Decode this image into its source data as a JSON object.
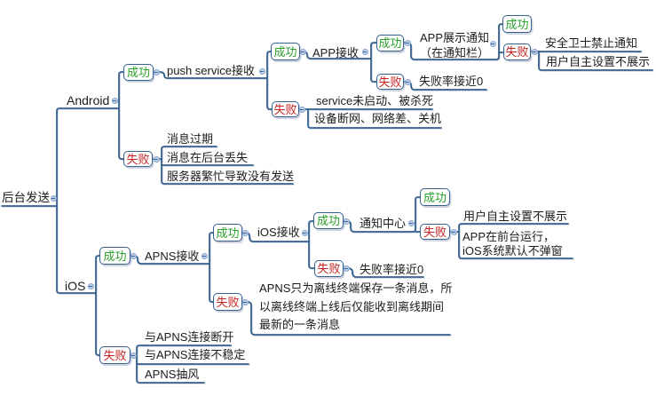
{
  "colors": {
    "line": "#35608f",
    "success_text": "#2aa12a",
    "failure_text": "#c42222",
    "topic_text": "#1c1c1c",
    "collapse_fill": "#c2d3ea",
    "collapse_border": "#84a3cc",
    "collapse_dash": "#3c64a0",
    "background": "#ffffff"
  },
  "diagram": {
    "nodes": [
      {
        "id": "root",
        "label": "后台发送",
        "type": "topic"
      },
      {
        "id": "android",
        "label": "Android",
        "type": "topic"
      },
      {
        "id": "ios",
        "label": "iOS",
        "type": "topic"
      },
      {
        "id": "chengA",
        "label": "成功",
        "type": "status",
        "status": "success"
      },
      {
        "id": "shibA",
        "label": "失败",
        "type": "status",
        "status": "failure"
      },
      {
        "id": "push",
        "label": "push service接收",
        "type": "topic"
      },
      {
        "id": "msg1",
        "label": "消息过期",
        "type": "topic"
      },
      {
        "id": "msg2",
        "label": "消息在后台丢失",
        "type": "topic"
      },
      {
        "id": "msg3",
        "label": "服务器繁忙导致没有发送",
        "type": "topic"
      },
      {
        "id": "chengPush",
        "label": "成功",
        "type": "status",
        "status": "success"
      },
      {
        "id": "shibPush",
        "label": "失败",
        "type": "status",
        "status": "failure"
      },
      {
        "id": "appRecv",
        "label": "APP接收",
        "type": "topic"
      },
      {
        "id": "svc1",
        "label": "service未启动、被杀死",
        "type": "topic"
      },
      {
        "id": "svc2",
        "label": "设备断网、网络差、关机",
        "type": "topic"
      },
      {
        "id": "chengAPP",
        "label": "成功",
        "type": "status",
        "status": "success"
      },
      {
        "id": "shibAPP",
        "label": "失败",
        "type": "status",
        "status": "failure"
      },
      {
        "id": "zhanshi",
        "label": "APP展示通知\n（在通知栏）",
        "type": "topic"
      },
      {
        "id": "failRateTop",
        "label": "失败率接近0",
        "type": "topic"
      },
      {
        "id": "chengZS",
        "label": "成功",
        "type": "status",
        "status": "success"
      },
      {
        "id": "shibZS",
        "label": "失败",
        "type": "status",
        "status": "failure"
      },
      {
        "id": "anquan",
        "label": "安全卫士禁止通知",
        "type": "topic"
      },
      {
        "id": "yonghuTop",
        "label": "用户自主设置不展示",
        "type": "topic"
      },
      {
        "id": "chengIOS",
        "label": "成功",
        "type": "status",
        "status": "success"
      },
      {
        "id": "shibIOS",
        "label": "失败",
        "type": "status",
        "status": "failure"
      },
      {
        "id": "apns",
        "label": "APNS接收",
        "type": "topic"
      },
      {
        "id": "lian1",
        "label": "与APNS连接断开",
        "type": "topic"
      },
      {
        "id": "lian2",
        "label": "与APNS连接不稳定",
        "type": "topic"
      },
      {
        "id": "lian3",
        "label": "APNS抽风",
        "type": "topic"
      },
      {
        "id": "chengAPNS",
        "label": "成功",
        "type": "status",
        "status": "success"
      },
      {
        "id": "shibAPNS",
        "label": "失败",
        "type": "status",
        "status": "failure"
      },
      {
        "id": "iosRecv",
        "label": "iOS接收",
        "type": "topic"
      },
      {
        "id": "apnsNote",
        "label": "APNS只为离线终端保存一条消息，所\n以离线终端上线后仅能收到离线期间\n最新的一条消息",
        "type": "topic"
      },
      {
        "id": "chengIOSJS",
        "label": "成功",
        "type": "status",
        "status": "success"
      },
      {
        "id": "shibIOSJS",
        "label": "失败",
        "type": "status",
        "status": "failure"
      },
      {
        "id": "tongzhi",
        "label": "通知中心",
        "type": "topic"
      },
      {
        "id": "failRateBot",
        "label": "失败率接近0",
        "type": "topic"
      },
      {
        "id": "chengTZ",
        "label": "成功",
        "type": "status",
        "status": "success"
      },
      {
        "id": "shibTZ",
        "label": "失败",
        "type": "status",
        "status": "failure"
      },
      {
        "id": "yonghuBot",
        "label": "用户自主设置不展示",
        "type": "topic"
      },
      {
        "id": "qiantai",
        "label": "APP在前台运行，\niOS系统默认不弹窗",
        "type": "topic"
      }
    ]
  }
}
